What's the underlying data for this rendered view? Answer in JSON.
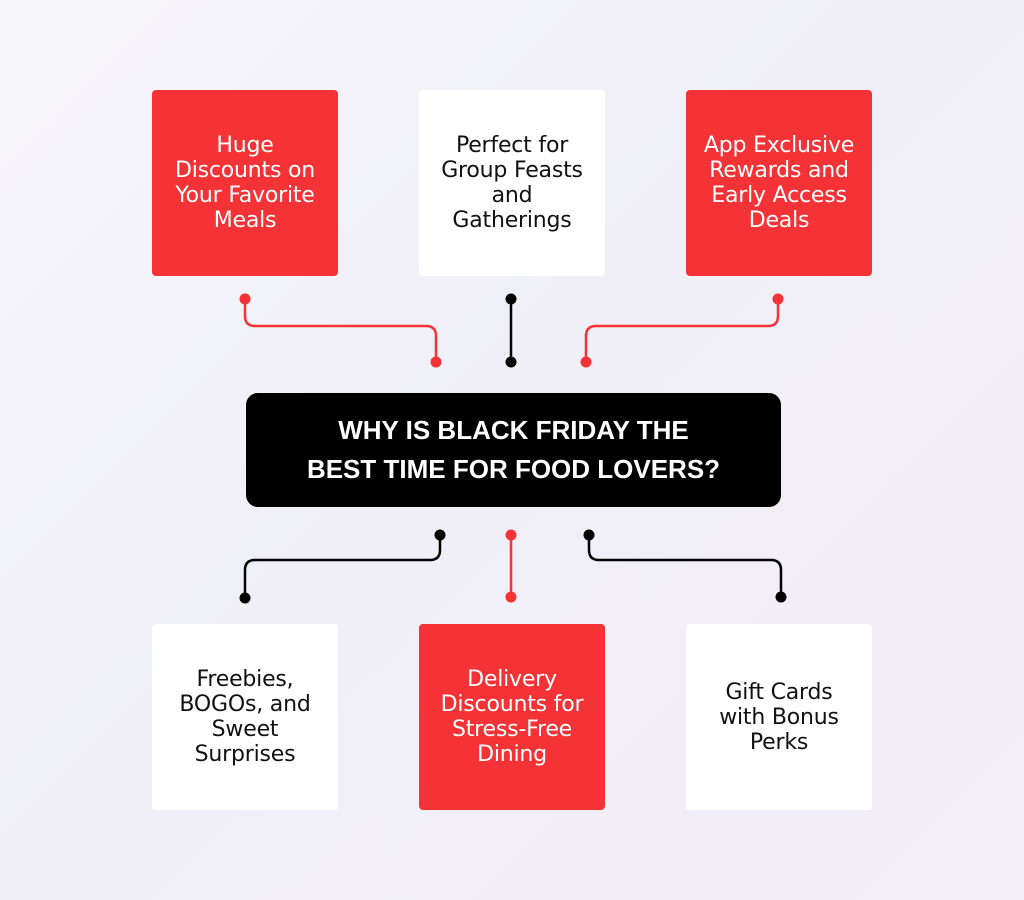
{
  "title": {
    "line1": "WHY IS BLACK FRIDAY THE",
    "line2": "BEST TIME FOR FOOD LOVERS?"
  },
  "cards": [
    {
      "label": "Huge Discounts on Your Favorite Meals",
      "style": "red"
    },
    {
      "label": "Perfect for Group Feasts and Gatherings",
      "style": "white"
    },
    {
      "label": "App Exclusive Rewards and Early Access Deals",
      "style": "red"
    },
    {
      "label": "Freebies, BOGOs, and Sweet Surprises",
      "style": "white"
    },
    {
      "label": "Delivery Discounts for Stress-Free Dining",
      "style": "red"
    },
    {
      "label": "Gift Cards with Bonus Perks",
      "style": "white"
    }
  ],
  "colors": {
    "accent_red": "#f53336",
    "dark": "#000000",
    "card_white": "#ffffff",
    "background": "#f3f2f9"
  }
}
